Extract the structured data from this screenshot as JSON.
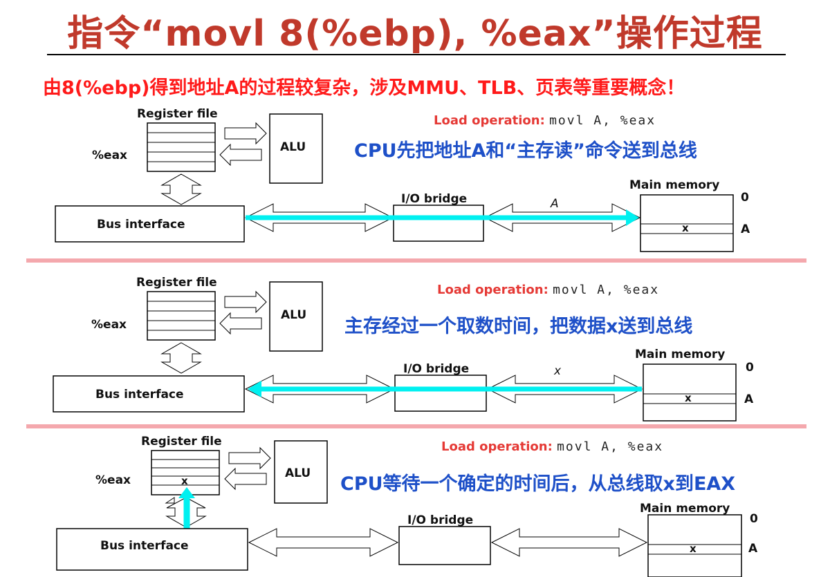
{
  "title": "指令“movl 8(%ebp), %eax”操作过程",
  "subtitle": "由8(%ebp)得到地址A的过程较复杂，涉及MMU、TLB、页表等重要概念！",
  "labels": {
    "register_file": "Register file",
    "eax": "%eax",
    "alu": "ALU",
    "bus_interface": "Bus interface",
    "io_bridge": "I/O bridge",
    "main_memory": "Main memory",
    "addr_0": "0",
    "addr_a": "A",
    "mem_x": "x"
  },
  "load_op": {
    "prefix": "Load operation:",
    "code": "movl  A,  %eax"
  },
  "steps": [
    {
      "note": "CPU先把地址A和“主存读”命令送到总线",
      "bus_label": "A",
      "highlight": "cyan"
    },
    {
      "note": "主存经过一个取数时间，把数据x送到总线",
      "bus_label": "x",
      "highlight": "cyan"
    },
    {
      "note": "CPU等待一个确定的时间后，从总线取x到EAX",
      "register_value": "x",
      "highlight": "cyan"
    }
  ]
}
